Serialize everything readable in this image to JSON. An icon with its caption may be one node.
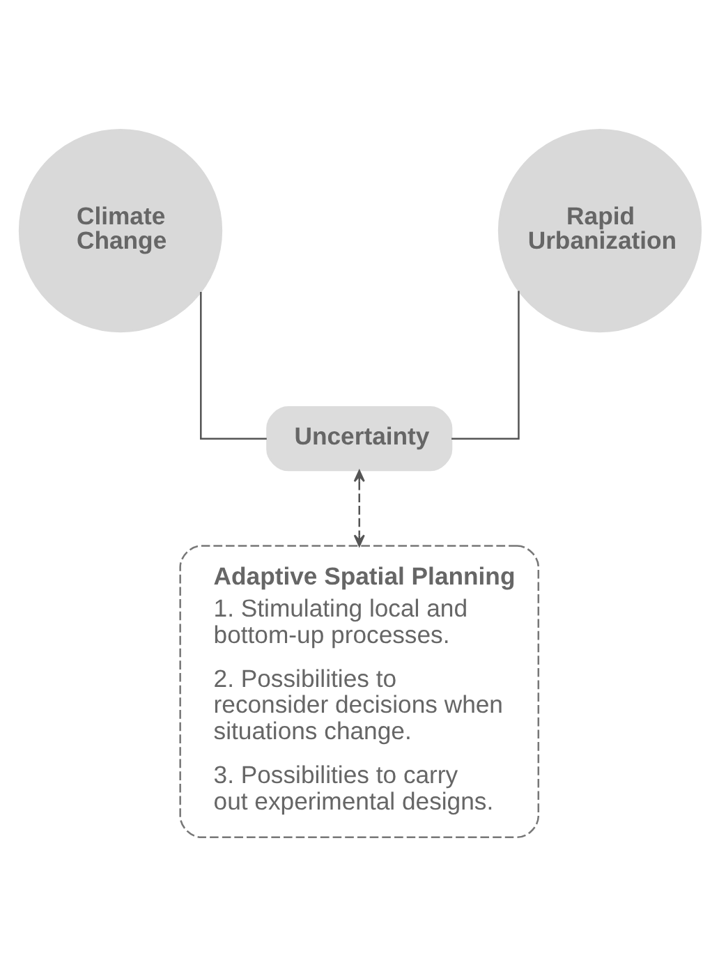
{
  "diagram": {
    "nodes": [
      {
        "text": [
          "Climate Change"
        ]
      },
      {
        "text": [
          "Rapid Urbanization"
        ]
      },
      {
        "text": [
          "Uncertainty"
        ]
      },
      {
        "text": [
          "Adaptive Spatial Planning",
          "1. Stimulating local and bottom-up processes.",
          "2. Possibilities to reconsider decisions when situations change.",
          "3. Possibilities to carry out experimental designs."
        ]
      }
    ],
    "edges": [
      {
        "from": 0,
        "to": 2,
        "arrow": "none"
      },
      {
        "from": 1,
        "to": 2,
        "arrow": "none"
      },
      {
        "from": 2,
        "to": 3,
        "arrow": "both",
        "style": "dashed"
      }
    ]
  }
}
